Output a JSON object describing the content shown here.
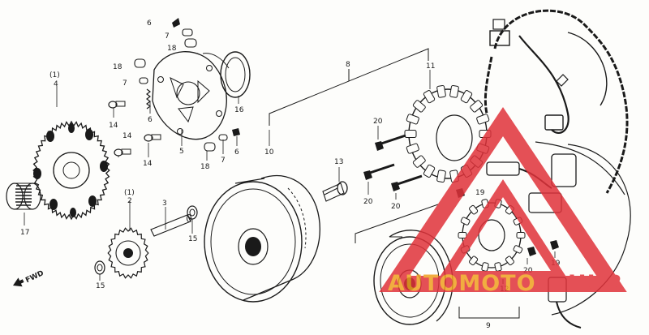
{
  "callouts": [
    {
      "id": "c6a",
      "text": "6"
    },
    {
      "id": "c7a",
      "text": "7"
    },
    {
      "id": "c18a",
      "text": "18"
    },
    {
      "id": "c18b",
      "text": "18"
    },
    {
      "id": "c7b",
      "text": "7"
    },
    {
      "id": "c6b",
      "text": "6"
    },
    {
      "id": "c16",
      "text": "16"
    },
    {
      "id": "c14a",
      "text": "14"
    },
    {
      "id": "c14b",
      "text": "14"
    },
    {
      "id": "c14c",
      "text": "14"
    },
    {
      "id": "c5",
      "text": "5"
    },
    {
      "id": "c18c",
      "text": "18"
    },
    {
      "id": "c7c",
      "text": "7"
    },
    {
      "id": "c6c",
      "text": "6"
    },
    {
      "id": "c1a",
      "text": "(1)"
    },
    {
      "id": "c4",
      "text": "4"
    },
    {
      "id": "c17",
      "text": "17"
    },
    {
      "id": "c1b",
      "text": "(1)"
    },
    {
      "id": "c2",
      "text": "2"
    },
    {
      "id": "c3",
      "text": "3"
    },
    {
      "id": "c15a",
      "text": "15"
    },
    {
      "id": "c15b",
      "text": "15"
    },
    {
      "id": "c8",
      "text": "8"
    },
    {
      "id": "c11",
      "text": "11"
    },
    {
      "id": "c10",
      "text": "10"
    },
    {
      "id": "c13",
      "text": "13"
    },
    {
      "id": "c20a",
      "text": "20"
    },
    {
      "id": "c20b",
      "text": "20"
    },
    {
      "id": "c20c",
      "text": "20"
    },
    {
      "id": "c19a",
      "text": "19"
    },
    {
      "id": "c19b",
      "text": "19"
    },
    {
      "id": "c20d",
      "text": "20"
    },
    {
      "id": "c12",
      "text": "12"
    },
    {
      "id": "c9",
      "text": "9"
    }
  ],
  "direction_label": "FWD",
  "watermark": {
    "part1": "AUTOMOTO",
    "part2": "HUB"
  },
  "colors": {
    "ink": "#1a1a1a",
    "watermark_red": "#e0323a",
    "watermark_orange": "#f0a020",
    "paper": "#fdfdfb"
  },
  "icons": [
    "forward-arrow-icon",
    "warning-triangle-logo-icon"
  ]
}
